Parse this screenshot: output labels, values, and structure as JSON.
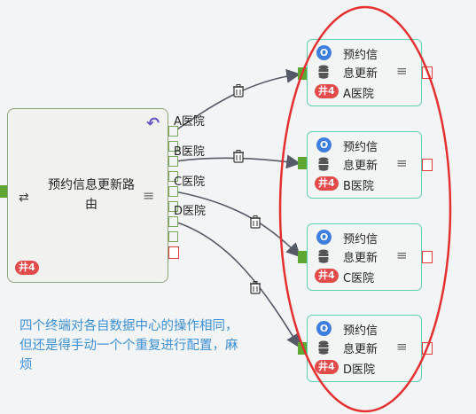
{
  "router": {
    "title": "预约信息更新路由",
    "badge": "井4",
    "undo_icon": "undo-icon",
    "shuffle_icon": "shuffle-icon",
    "menu_icon": "menu-icon"
  },
  "branches": [
    {
      "label": "A医院"
    },
    {
      "label": "B医院"
    },
    {
      "label": "C医院"
    },
    {
      "label": "D医院"
    }
  ],
  "terminals": [
    {
      "line1": "预约信",
      "line2": "息更新",
      "badge": "井4",
      "hospital": "A医院",
      "status_letter": "O"
    },
    {
      "line1": "预约信",
      "line2": "息更新",
      "badge": "井4",
      "hospital": "B医院",
      "status_letter": "O"
    },
    {
      "line1": "预约信",
      "line2": "息更新",
      "badge": "井4",
      "hospital": "C医院",
      "status_letter": "O"
    },
    {
      "line1": "预约信",
      "line2": "息更新",
      "badge": "井4",
      "hospital": "D医院",
      "status_letter": "O"
    }
  ],
  "note": "四个终端对各自数据中心的操作相同，但还是得手动一个个重复进行配置，麻烦",
  "colors": {
    "annotation_ellipse": "#e53030",
    "note_text": "#3b8fd6",
    "port_green": "#5ea632",
    "terminal_border": "#5fd0b0",
    "badge_red": "#e34a4a"
  }
}
